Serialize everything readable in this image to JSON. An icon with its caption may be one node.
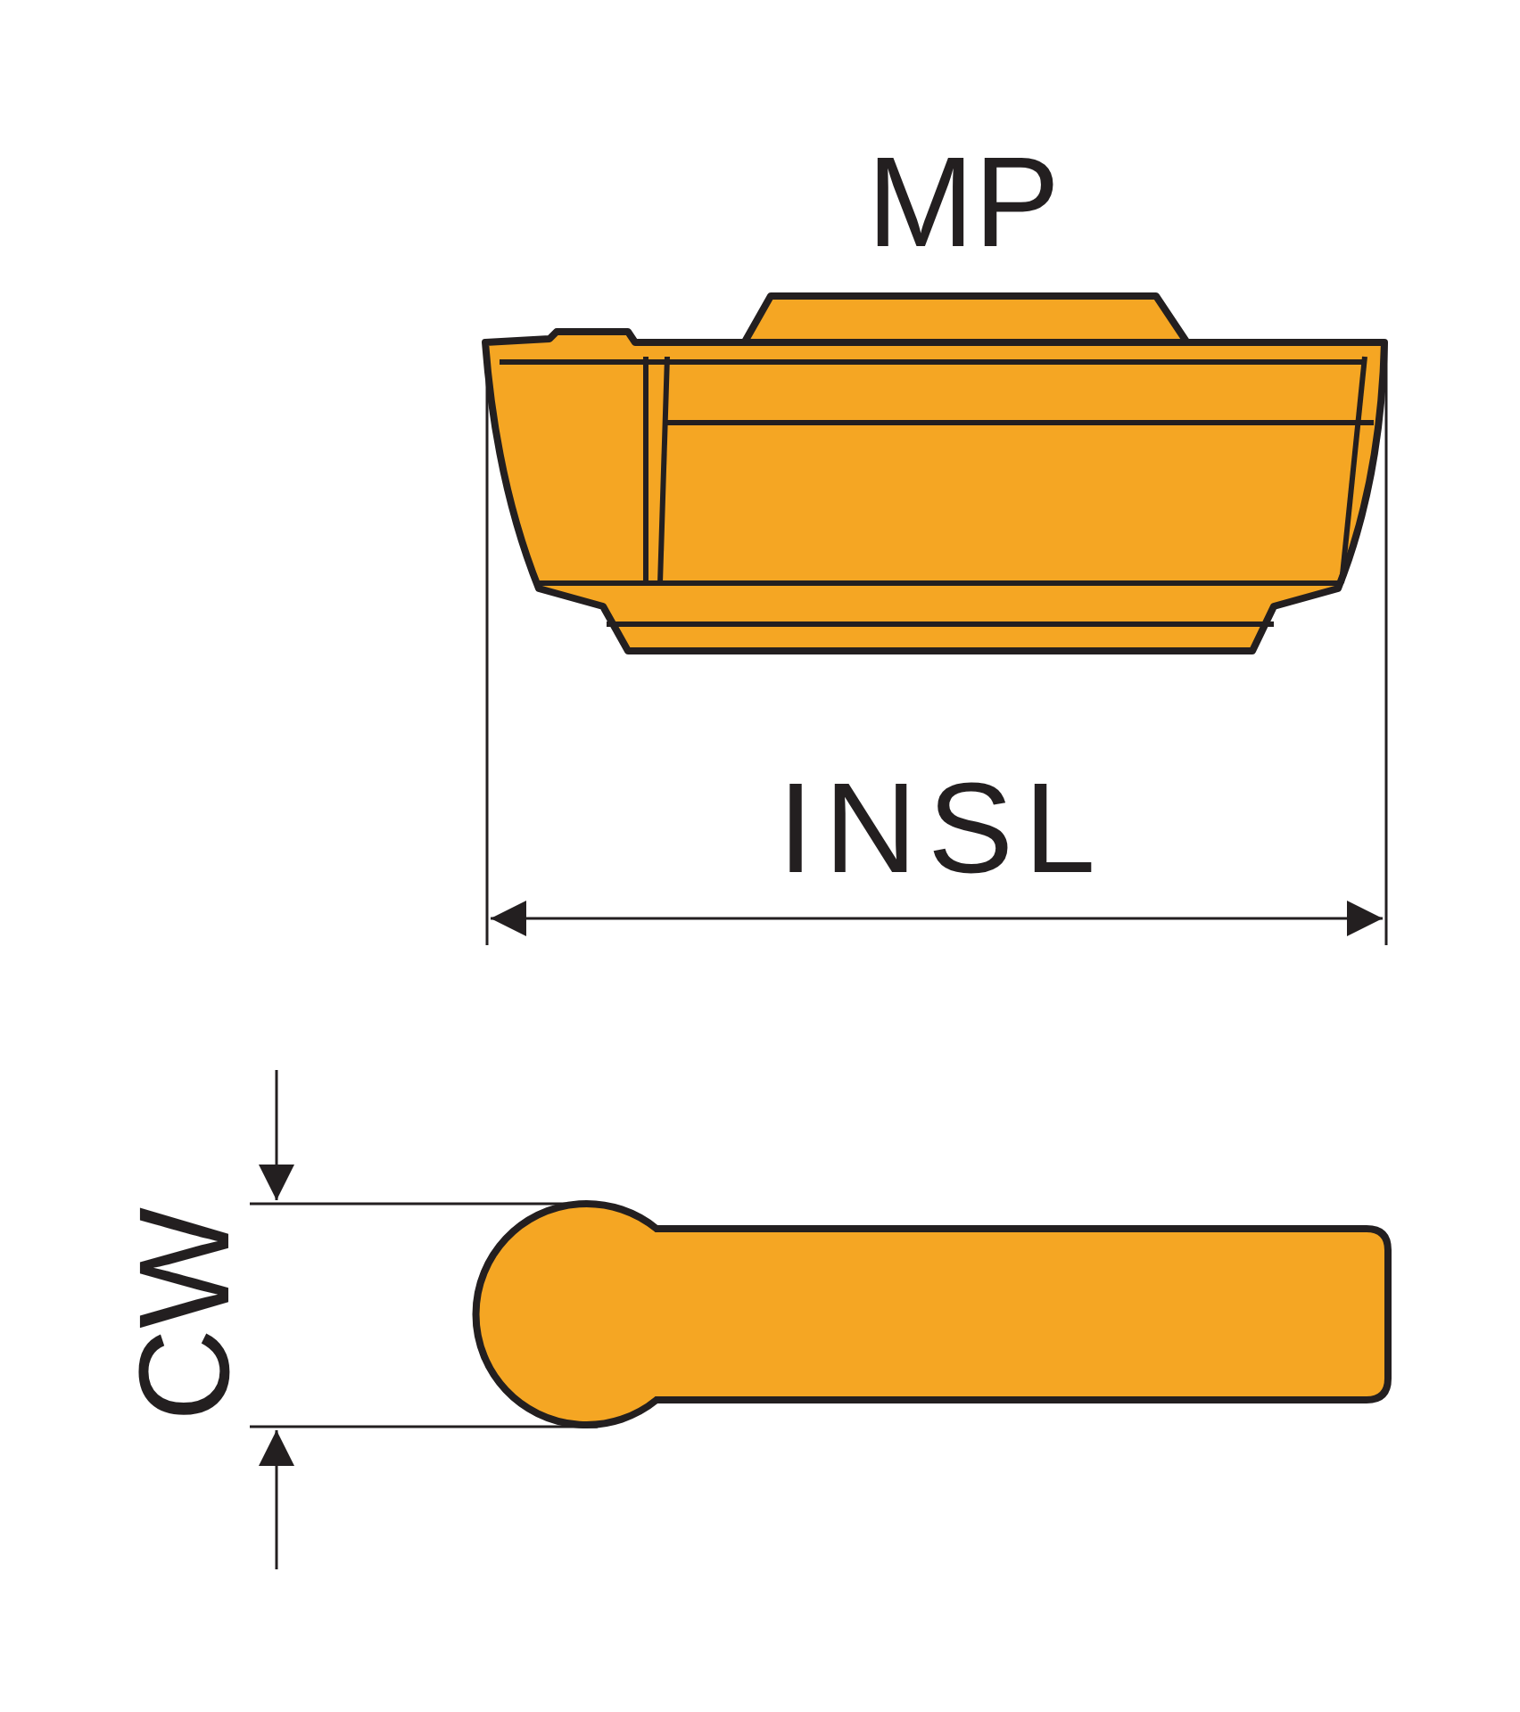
{
  "diagram": {
    "labels": [
      "MP",
      "INSL",
      "CW"
    ]
  }
}
